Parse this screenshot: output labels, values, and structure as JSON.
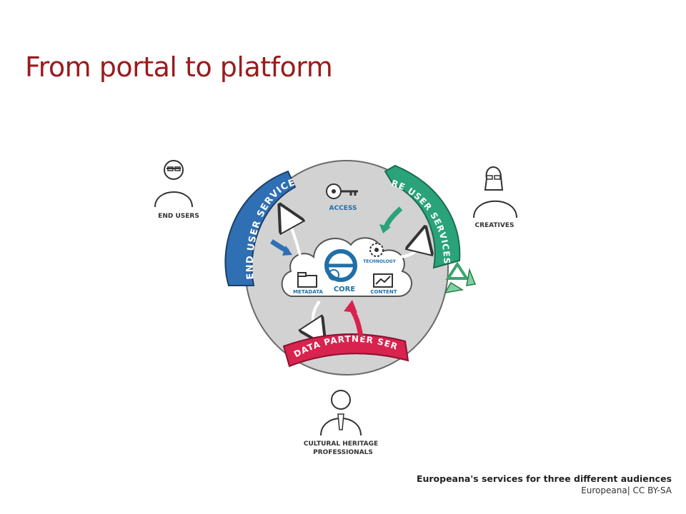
{
  "slide": {
    "title": "From portal to platform"
  },
  "diagram": {
    "audiences": {
      "end_users": "END USERS",
      "creatives": "CREATIVES",
      "professionals_line1": "CULTURAL HERITAGE",
      "professionals_line2": "PROFESSIONALS"
    },
    "services": {
      "end_user": "END USER SERVICES",
      "re_user": "RE USER SERVICES",
      "data_partner": "DATA PARTNER SERVICES"
    },
    "core": {
      "access": "ACCESS",
      "core": "CORE",
      "technology": "TECHNOLOGY",
      "metadata": "METADATA",
      "content": "CONTENT"
    },
    "colors": {
      "end_user_band": "#2f6fb3",
      "re_user_band": "#2aa37a",
      "data_partner_band": "#d8234f",
      "circle": "#d2d2d2",
      "accent_blue": "#1f6fa8",
      "title": "#9b1b1b"
    }
  },
  "caption": {
    "line1": "Europeana's services for three different audiences",
    "line2": "Europeana| CC BY-SA"
  }
}
